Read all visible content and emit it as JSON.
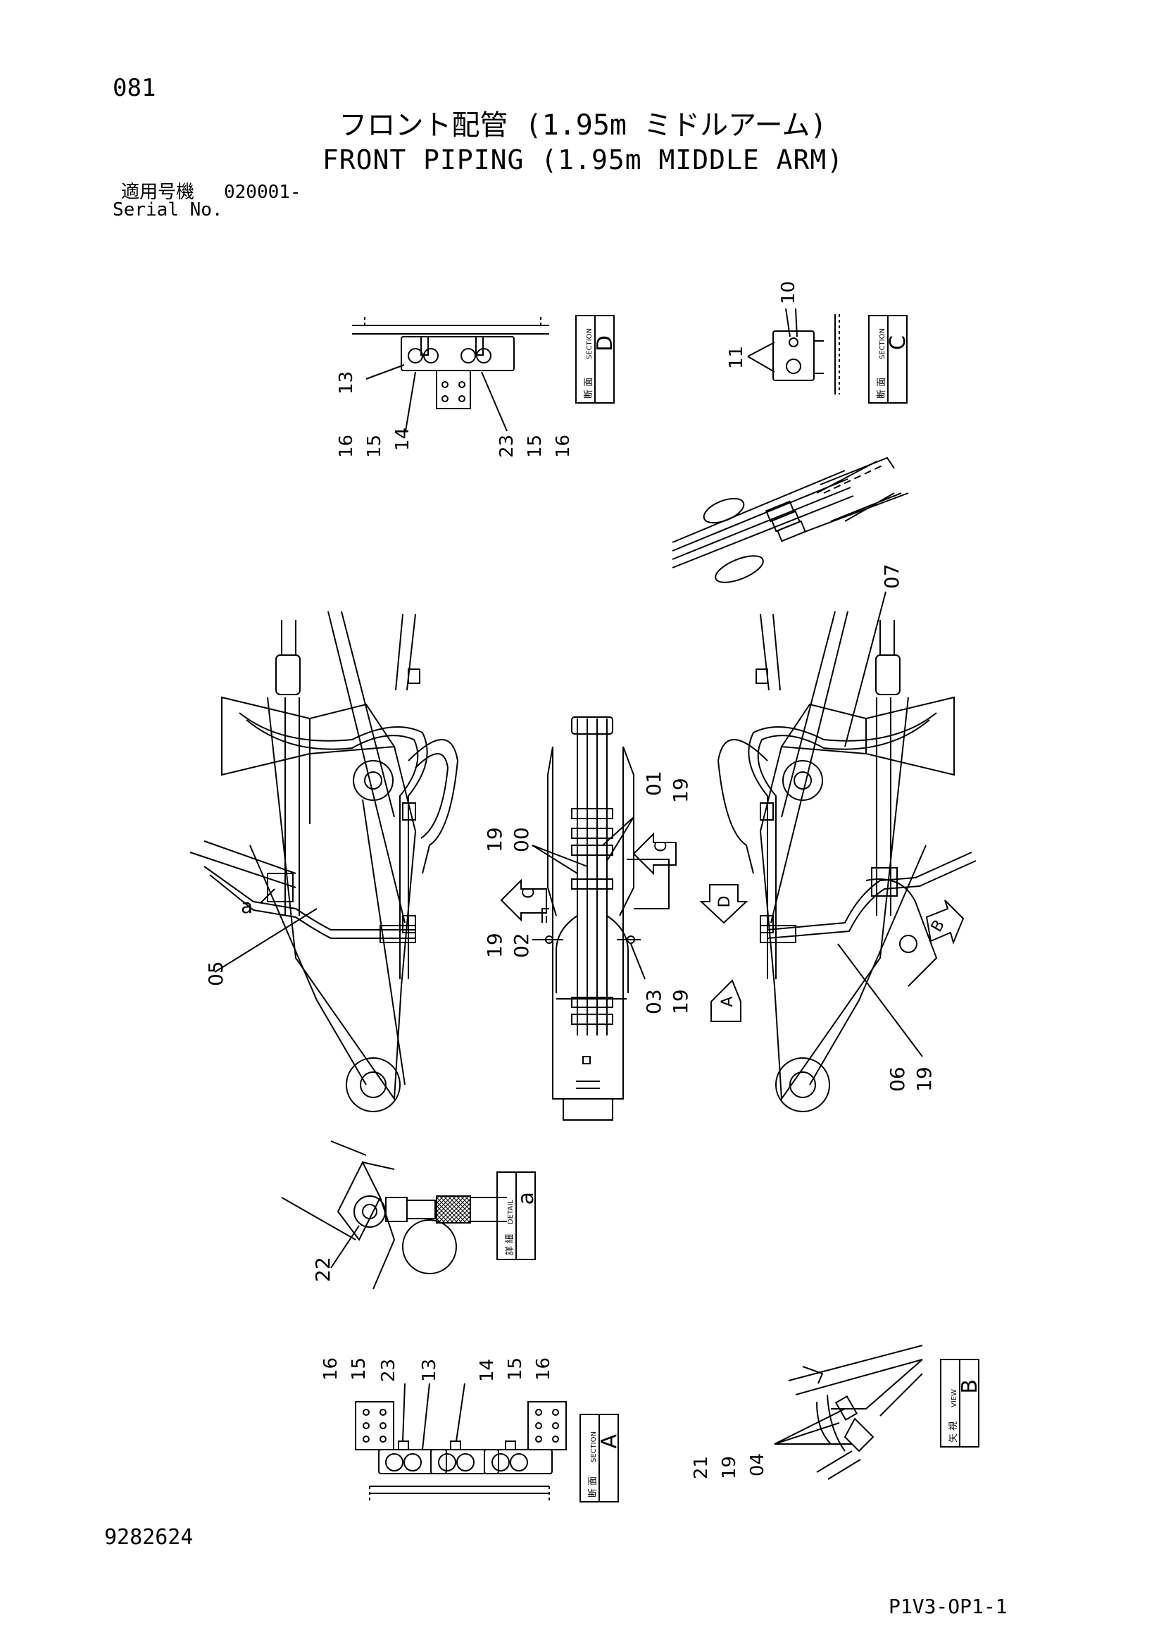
{
  "header": {
    "page_number": "081",
    "title_ja": "フロント配管 (1.95m ミドルアーム)",
    "title_en": "FRONT PIPING (1.95m MIDDLE ARM)",
    "serial_label_ja": "適用号機",
    "serial_range": "020001-",
    "serial_label_en": "Serial No."
  },
  "footer": {
    "doc_number": "9282624",
    "page_code": "P1V3-OP1-1"
  },
  "views": {
    "section_d": {
      "letter": "D",
      "kanji": "断 面",
      "caption": "SECTION",
      "callouts": [
        "13",
        "16",
        "15",
        "14",
        "23",
        "15",
        "16"
      ]
    },
    "section_c": {
      "letter": "C",
      "kanji": "断 面",
      "caption": "SECTION",
      "callouts": [
        "10",
        "11"
      ]
    },
    "section_a": {
      "letter": "A",
      "kanji": "断 面",
      "caption": "SECTION",
      "callouts": [
        "16",
        "15",
        "23",
        "13",
        "14",
        "15",
        "16"
      ]
    },
    "detail_a": {
      "letter": "a",
      "kanji": "詳 細",
      "caption": "DETAIL",
      "callouts": [
        "22"
      ]
    },
    "view_b": {
      "letter": "B",
      "kanji": "矢 視",
      "caption": "VIEW",
      "callouts": [
        "21",
        "19",
        "04"
      ]
    }
  },
  "main_callouts": {
    "left": [
      "a",
      "05"
    ],
    "center": [
      "19",
      "00",
      "01",
      "19",
      "19",
      "02",
      "03",
      "19"
    ],
    "right": [
      "07",
      "06",
      "19"
    ]
  },
  "view_arrows": [
    "C",
    "C",
    "D",
    "A",
    "B"
  ]
}
